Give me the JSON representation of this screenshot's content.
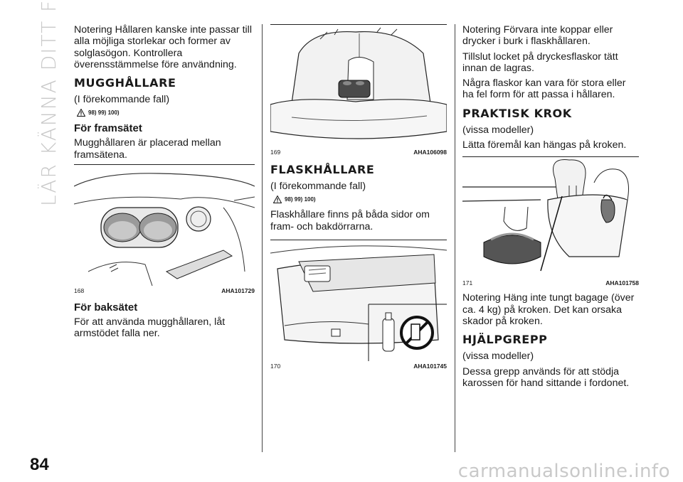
{
  "side_title": "LÄR KÄNNA DITT FORDON",
  "page_number": "84",
  "watermark": "carmanualsonline.info",
  "col1": {
    "note": "Notering  Hållaren kanske inte passar till alla möjliga storlekar och former av solglasögon. Kontrollera överensstämmelse före användning.",
    "heading": "MUGGHÅLLARE",
    "availability": "(I förekommande fall)",
    "warning_refs": "98) 99) 100)",
    "sub1": "För framsätet",
    "sub1_text": "Mugghållaren är placerad mellan framsätena.",
    "figure": {
      "number": "168",
      "code": "AHA101729"
    },
    "sub2": "För baksätet",
    "sub2_text": "För att använda mugghållaren, låt armstödet falla ner."
  },
  "col2": {
    "figure1": {
      "number": "169",
      "code": "AHA106098"
    },
    "heading": "FLASKHÅLLARE",
    "availability": "(I förekommande fall)",
    "warning_refs": "98) 99) 100)",
    "text": "Flaskhållare finns på båda sidor om fram- och bakdörrarna.",
    "figure2": {
      "number": "170",
      "code": "AHA101745"
    }
  },
  "col3": {
    "note1": "Notering  Förvara inte koppar eller drycker i burk i flaskhållaren.",
    "note2": "Tillslut locket på dryckesflaskor tätt innan de lagras.",
    "note3": "Några flaskor kan vara för stora eller ha fel form för att passa i hållaren.",
    "heading1": "PRAKTISK KROK",
    "availability1": "(vissa modeller)",
    "text1": "Lätta föremål kan hängas på kroken.",
    "figure": {
      "number": "171",
      "code": "AHA101758"
    },
    "note4": "Notering  Häng inte tungt bagage (över ca. 4 kg) på kroken. Det kan orsaka skador på kroken.",
    "heading2": "HJÄLPGREPP",
    "availability2": "(vissa modeller)",
    "text2": "Dessa grepp används för att stödja karossen för hand sittande i fordonet."
  }
}
